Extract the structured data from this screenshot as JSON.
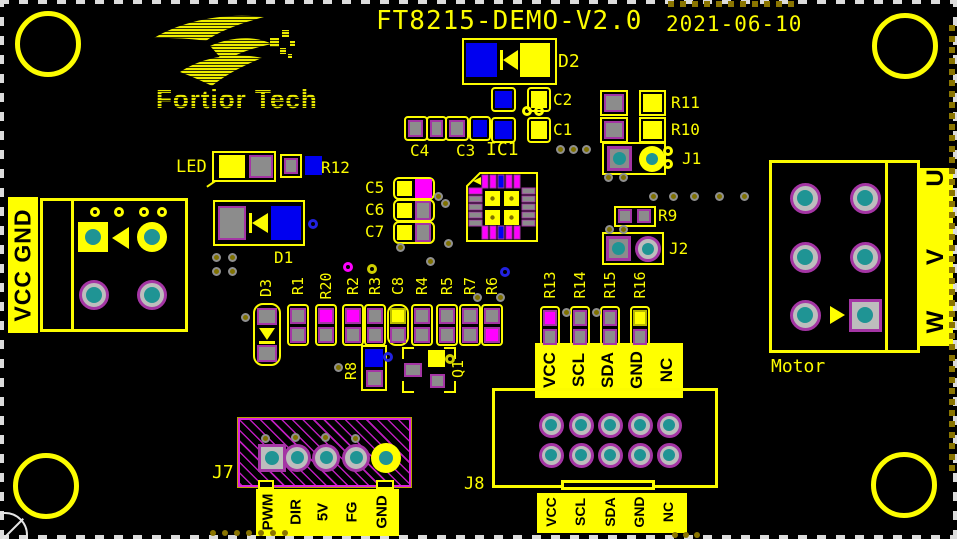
{
  "title": "FT8215-DEMO-V2.0",
  "date": "2021-06-10",
  "logo_text": "Fortior Tech",
  "power": "VCC GND",
  "led": "LED",
  "refs": {
    "d1": "D1",
    "d2": "D2",
    "d3": "D3",
    "r12": "R12",
    "r11": "R11",
    "r10": "R10",
    "r9": "R9",
    "r8": "R8",
    "q1": "Q1",
    "c1": "C1",
    "c2": "C2",
    "c3": "C3",
    "c4": "C4",
    "c5": "C5",
    "c6": "C6",
    "c7": "C7",
    "ic1": "IC1",
    "j1": "J1",
    "j2": "J2",
    "j7": "J7",
    "j8": "J8",
    "motor": "Motor"
  },
  "resistor_row": [
    {
      "label": "R1",
      "top": "gray",
      "bottom": "gray"
    },
    {
      "label": "R20",
      "top": "magenta",
      "bottom": "gray"
    },
    {
      "label": "R2",
      "top": "magenta",
      "bottom": "gray"
    },
    {
      "label": "R3",
      "top": "gray",
      "bottom": "gray"
    },
    {
      "label": "C8",
      "top": "yellow",
      "bottom": "gray"
    },
    {
      "label": "R4",
      "top": "gray",
      "bottom": "gray"
    },
    {
      "label": "R5",
      "top": "gray",
      "bottom": "gray"
    },
    {
      "label": "R7",
      "top": "gray",
      "bottom": "gray"
    },
    {
      "label": "R6",
      "top": "gray",
      "bottom": "magenta"
    }
  ],
  "i2c_resistors": [
    {
      "label": "R13",
      "top": "magenta",
      "bottom": "gray"
    },
    {
      "label": "R14",
      "top": "gray",
      "bottom": "gray"
    },
    {
      "label": "R15",
      "top": "gray",
      "bottom": "gray"
    },
    {
      "label": "R16",
      "top": "yellow",
      "bottom": "gray"
    }
  ],
  "i2c_pins": [
    "VCC",
    "SCL",
    "SDA",
    "GND",
    "NC"
  ],
  "j7_pins": [
    "PWM",
    "DIR",
    "5V",
    "FG",
    "GND"
  ],
  "j8_pins": [
    "VCC",
    "SCL",
    "SDA",
    "GND",
    "NC"
  ],
  "motor_phases": [
    "U",
    "V",
    "W"
  ],
  "colors": {
    "silkscreen": "#FCFC00",
    "pad_gray": "#8C8C8C",
    "pad_light_gray": "#BDBDBD",
    "pad_blue": "#0000F0",
    "pad_magenta": "#FF00FF",
    "pad_yellow": "#FFFF00",
    "drill_teal": "#1F9494",
    "pad_outline_purple": "#A435A4",
    "via_olive": "#7F7100",
    "via_ring_gray": "#8F8F8F",
    "hatch_magenta": "#DD22DD",
    "board_black": "#000000",
    "edge_dash_gray": "#DCDCDC"
  }
}
